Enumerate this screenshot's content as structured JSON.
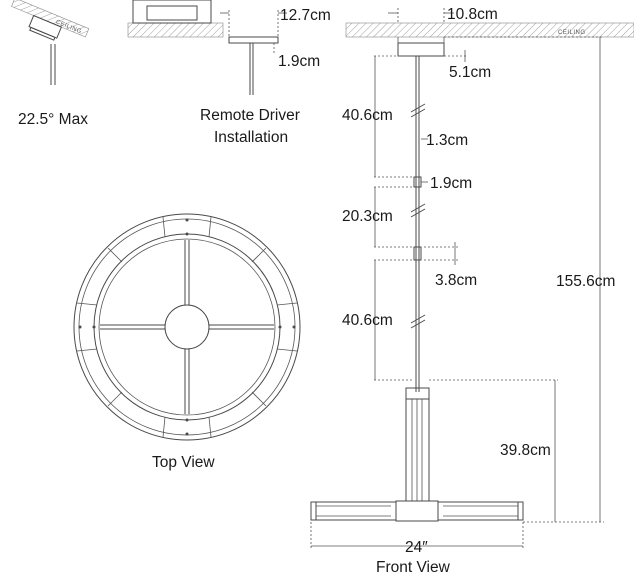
{
  "views": {
    "canopy_angle": {
      "label": "22.5° Max"
    },
    "remote_driver": {
      "title_line1": "Remote Driver",
      "title_line2": "Installation",
      "dim_width": "12.7cm",
      "dim_height": "1.9cm"
    },
    "top_view": {
      "title": "Top View"
    },
    "front_view": {
      "title": "Front View",
      "ceiling_label": "CEILING",
      "dims": {
        "canopy_width": "10.8cm",
        "canopy_height": "5.1cm",
        "rod_1": "40.6cm",
        "rod_diameter": "1.3cm",
        "coupler": "1.9cm",
        "rod_2": "20.3cm",
        "coupler_2": "3.8cm",
        "rod_3": "40.6cm",
        "overall_height": "155.6cm",
        "fixture_height": "39.8cm",
        "fixture_width": "24″"
      }
    }
  },
  "colors": {
    "line": "#4a4a4a",
    "background": "#ffffff"
  }
}
